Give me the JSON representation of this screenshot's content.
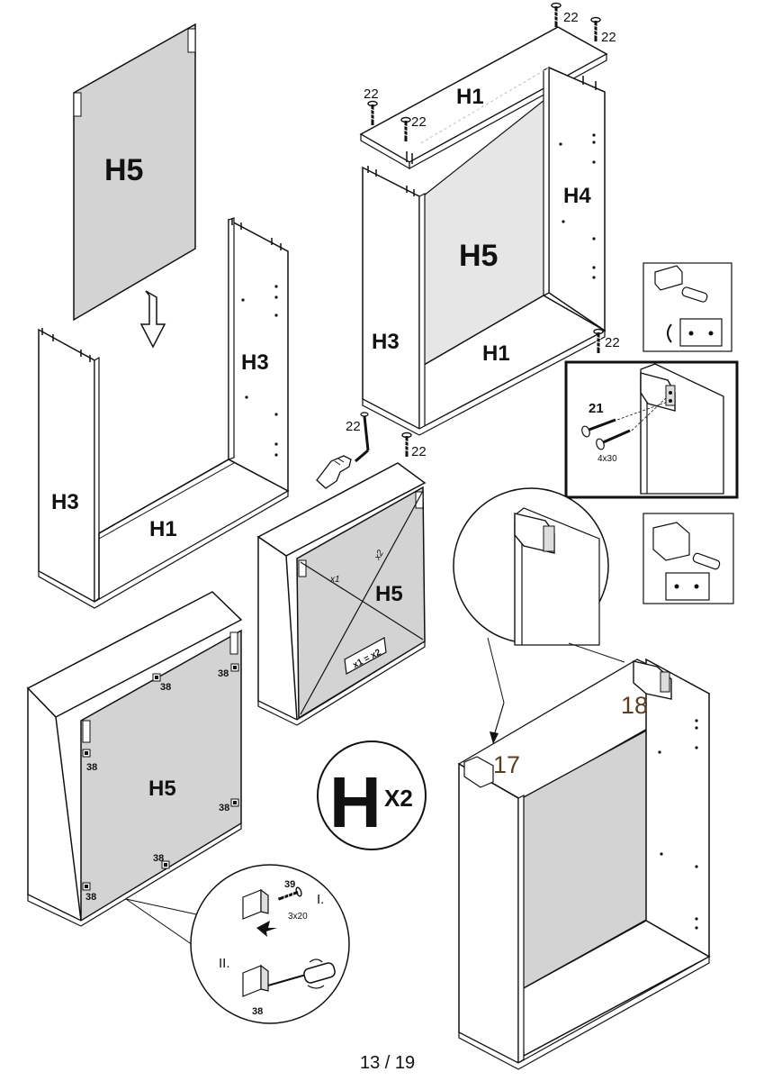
{
  "page": {
    "number": "13 / 19"
  },
  "panels": {
    "h1": "H1",
    "h3": "H3",
    "h4": "H4",
    "h5": "H5"
  },
  "parts": {
    "p17": "17",
    "p18": "18",
    "p21": "21",
    "p22": "22",
    "p38": "38",
    "p39": "39"
  },
  "sizes": {
    "s4x30": "4x30",
    "s3x20": "3x20"
  },
  "steps": {
    "i": "I.",
    "ii": "II."
  },
  "measure": {
    "x1": "x1",
    "x2": "x2",
    "equal": "x1 = x2"
  },
  "quantity": {
    "letter": "H",
    "count": "X2"
  },
  "icons": [
    "down-arrow-icon",
    "hand-icon",
    "hex-key-icon",
    "screwdriver-icon",
    "screw-icon",
    "hinge-bracket-icon",
    "magnifier-callout-icon"
  ],
  "colors": {
    "panel_fill": "#d3d3d3",
    "line": "#111111",
    "paper": "#ffffff",
    "part_number_brown": "#5a3e22"
  }
}
